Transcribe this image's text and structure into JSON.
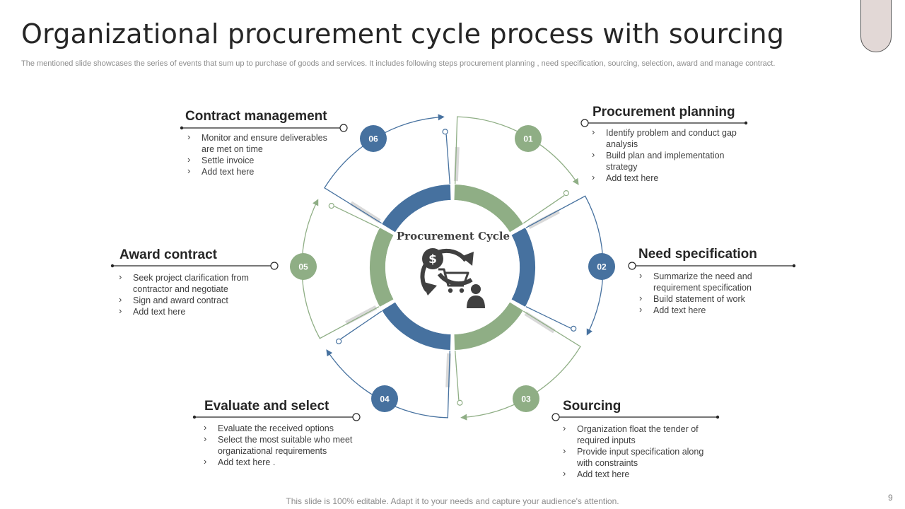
{
  "slide": {
    "title": "Organizational procurement cycle process with sourcing",
    "subtitle": "The mentioned slide showcases the series of events that sum up to purchase of goods and services. It includes following steps procurement planning , need specification, sourcing, selection, award and manage contract.",
    "footer": "This slide is 100% editable. Adapt it to your needs and capture your audience's attention.",
    "page_number": "9"
  },
  "colors": {
    "blue": "#46719f",
    "green": "#8fae85",
    "dark": "#404040",
    "grey": "#d9d9d9"
  },
  "center": {
    "title": "Procurement Cycle",
    "icon": "cart-cycle-dollar-user-icon"
  },
  "steps": [
    {
      "number": "01",
      "title": "Procurement planning",
      "color": "green",
      "bullets": [
        "Identify problem and conduct gap analysis",
        "Build plan and implementation strategy",
        "Add text here"
      ]
    },
    {
      "number": "02",
      "title": "Need specification",
      "color": "blue",
      "bullets": [
        "Summarize the need and requirement specification",
        "Build statement of work",
        "Add text here"
      ]
    },
    {
      "number": "03",
      "title": "Sourcing",
      "color": "green",
      "bullets": [
        "Organization float the tender of required inputs",
        "Provide input specification along with constraints",
        "Add text here"
      ]
    },
    {
      "number": "04",
      "title": "Evaluate and select",
      "color": "blue",
      "bullets": [
        "Evaluate the received options",
        "Select the most suitable who meet organizational requirements",
        "Add text here ."
      ]
    },
    {
      "number": "05",
      "title": "Award contract",
      "color": "green",
      "bullets": [
        "Seek project clarification from contractor and negotiate",
        "Sign and award contract",
        "Add text here"
      ]
    },
    {
      "number": "06",
      "title": "Contract management",
      "color": "blue",
      "bullets": [
        "Monitor and ensure deliverables are met on time",
        "Settle invoice",
        "Add text here"
      ]
    }
  ]
}
